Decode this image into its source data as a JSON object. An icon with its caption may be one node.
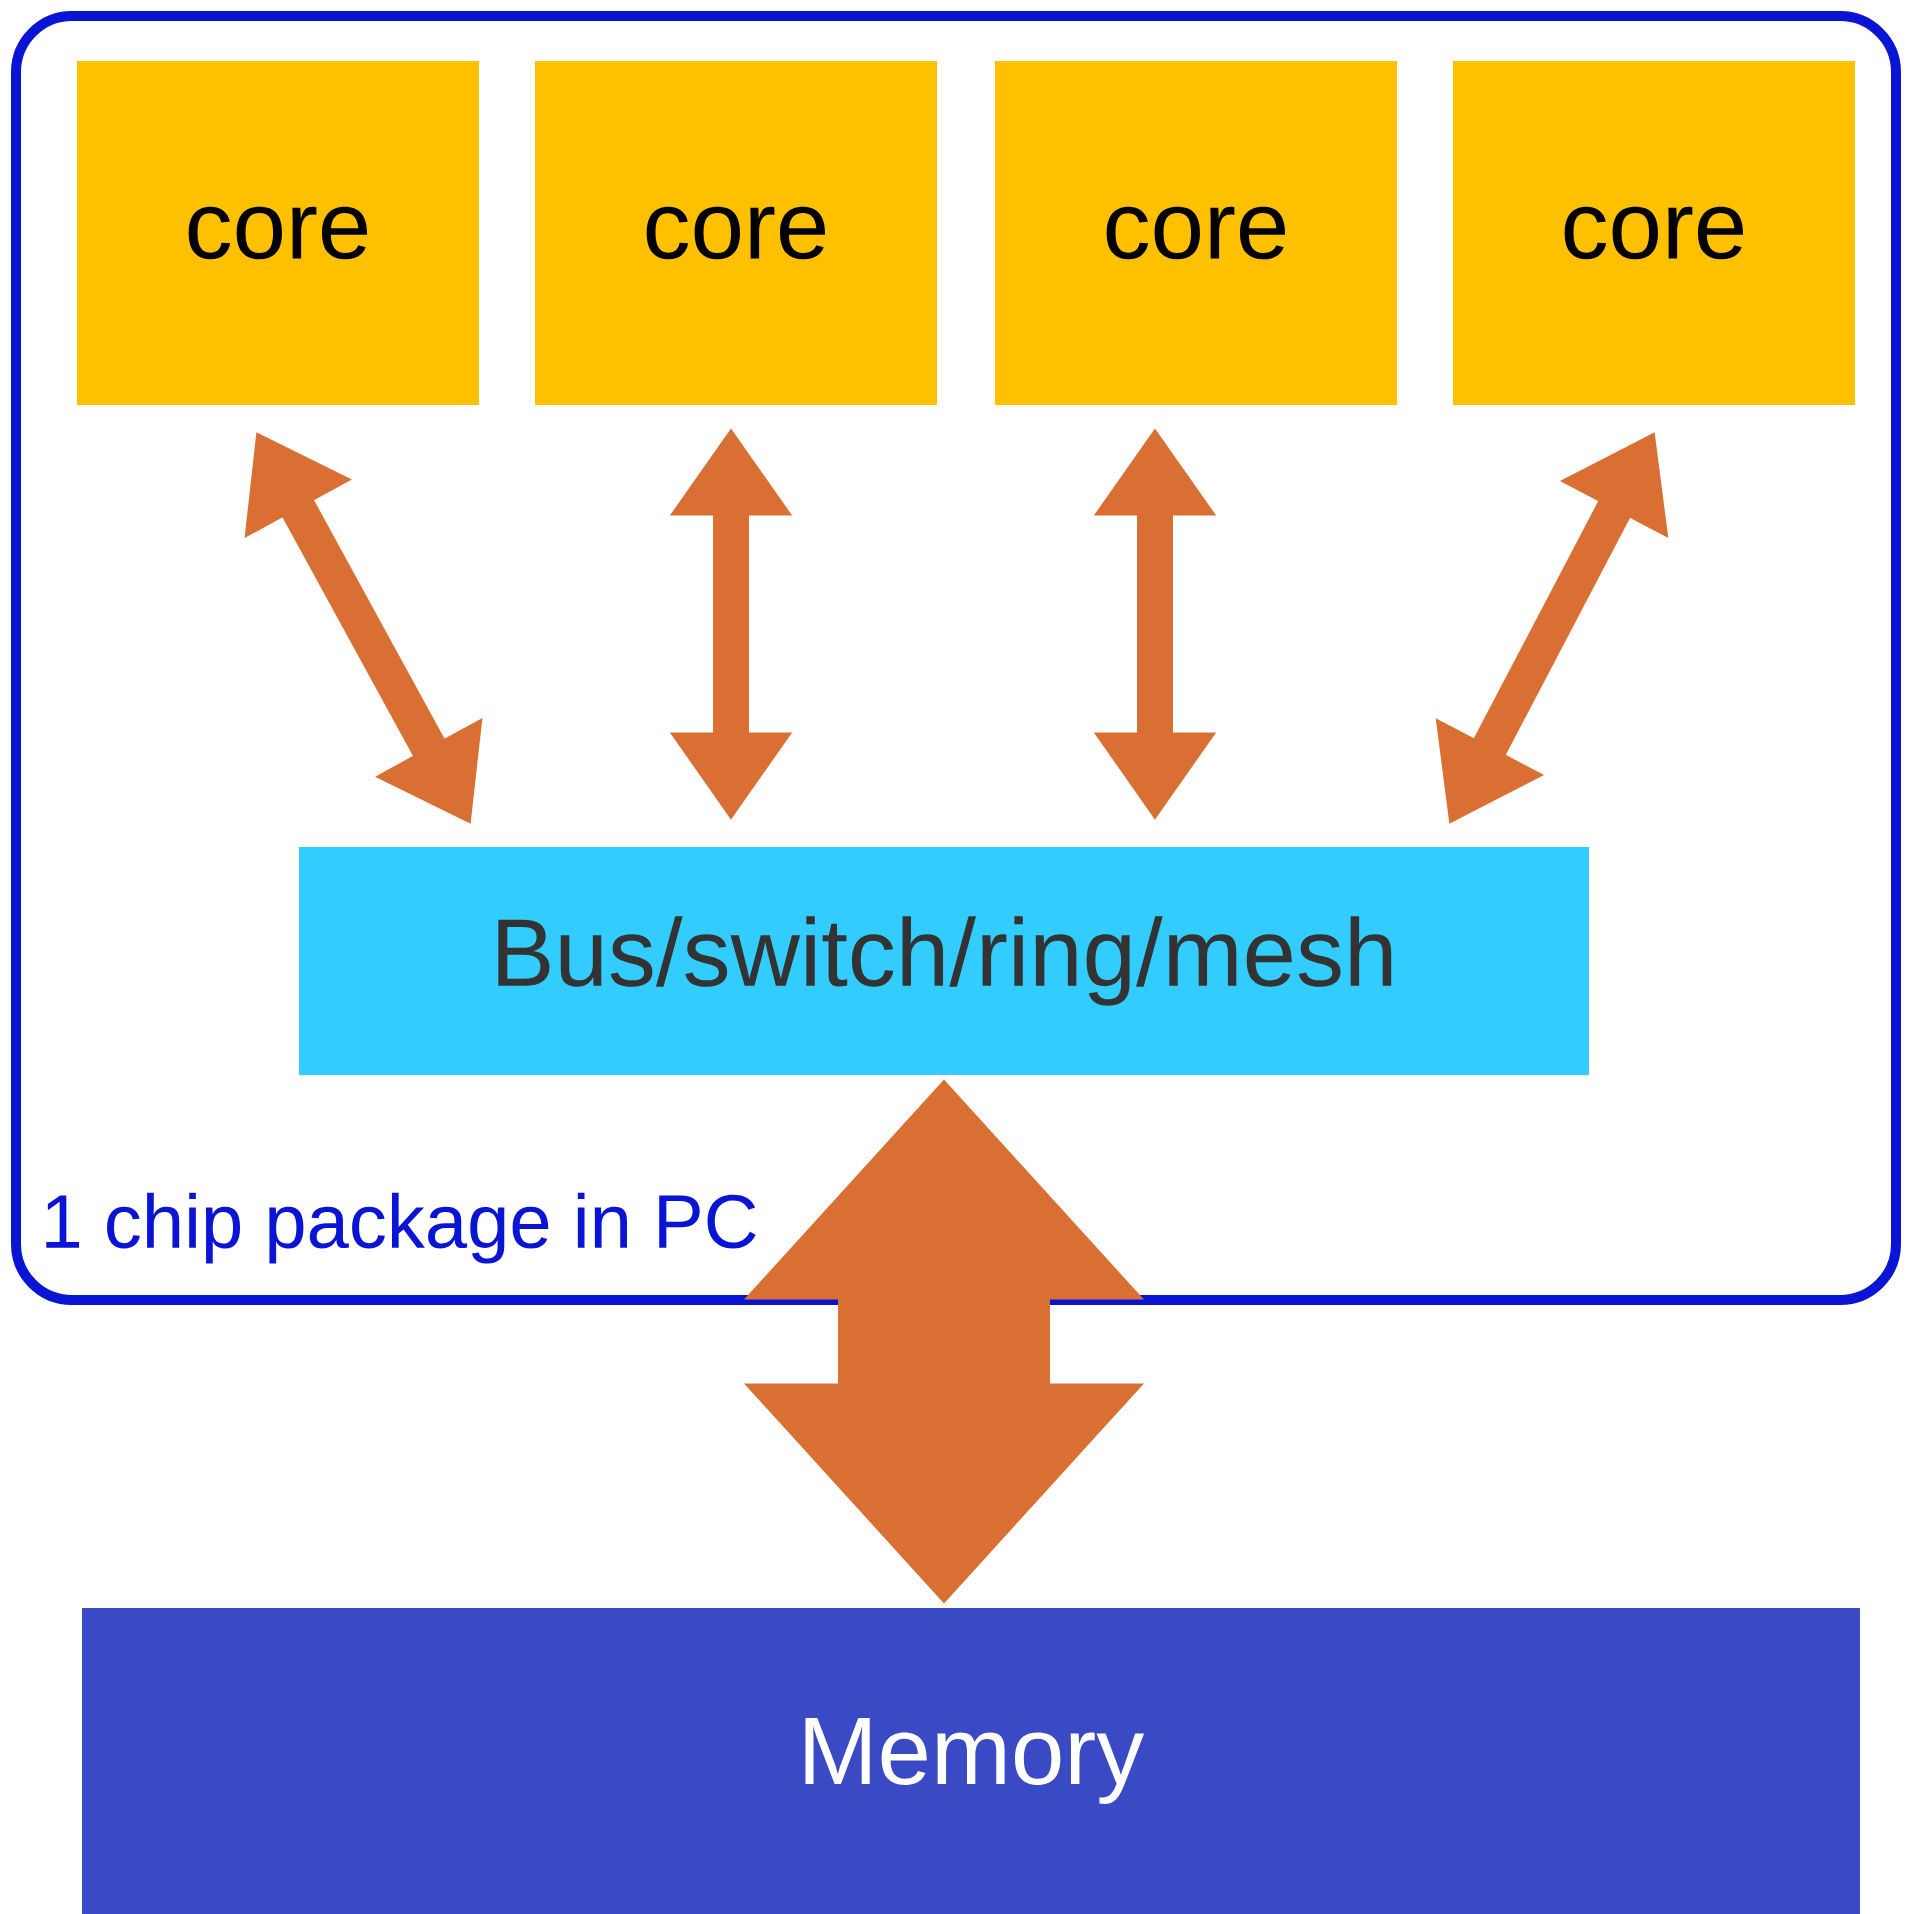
{
  "diagram": {
    "nodes": [
      {
        "text": [
          "1 chip package in PC"
        ]
      },
      {
        "text": [
          "core"
        ],
        "in": 0
      },
      {
        "text": [
          "core"
        ],
        "in": 0
      },
      {
        "text": [
          "core"
        ],
        "in": 0
      },
      {
        "text": [
          "core"
        ],
        "in": 0
      },
      {
        "text": [
          "Bus/switch/ring/mesh"
        ],
        "in": 0
      },
      {
        "text": [
          "Memory"
        ]
      }
    ],
    "edges": [
      {
        "from": 1,
        "to": 5,
        "arrow": "both"
      },
      {
        "from": 2,
        "to": 5,
        "arrow": "both"
      },
      {
        "from": 3,
        "to": 5,
        "arrow": "both"
      },
      {
        "from": 4,
        "to": 5,
        "arrow": "both"
      },
      {
        "from": 5,
        "to": 6,
        "arrow": "both",
        "style": "thick"
      }
    ]
  }
}
